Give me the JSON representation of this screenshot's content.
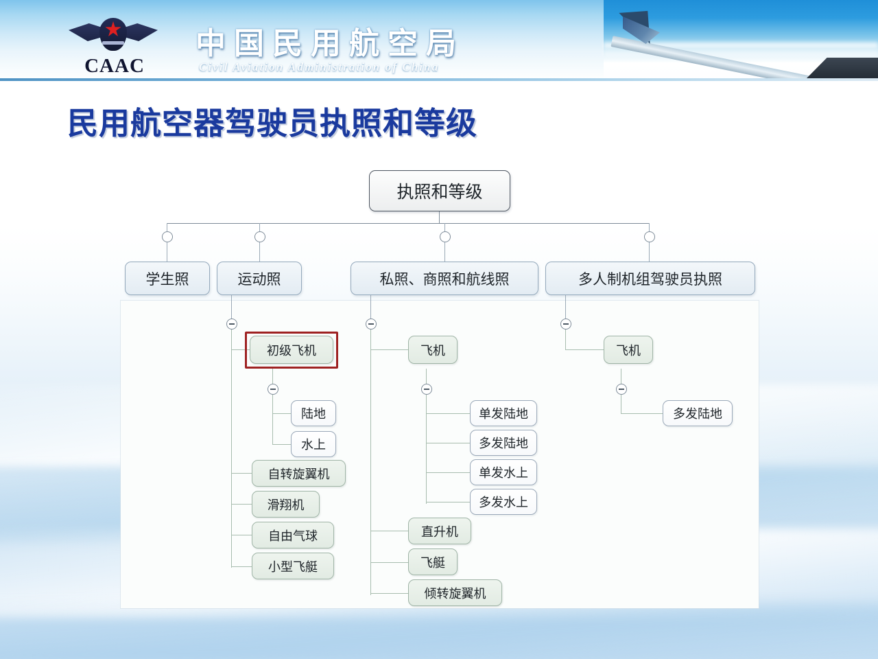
{
  "header": {
    "logo_text": "CAAC",
    "title_cn": "中国民用航空局",
    "title_en": "Civil Aviation Administration of China",
    "logo_icon": "caac-winged-star-emblem",
    "photo_icon": "airplane-wing-photo"
  },
  "page": {
    "title": "民用航空器驾驶员执照和等级"
  },
  "diagram": {
    "type": "mindmap-tree",
    "root": "执照和等级",
    "highlight_node": "初级飞机",
    "highlight_color": "#9e2222",
    "collapse_icon": "minus-circle-icon",
    "branches": [
      {
        "label": "学生照",
        "children": []
      },
      {
        "label": "运动照",
        "children": [
          {
            "label": "初级飞机",
            "highlighted": true,
            "children": [
              {
                "label": "陆地"
              },
              {
                "label": "水上"
              }
            ]
          },
          {
            "label": "自转旋翼机"
          },
          {
            "label": "滑翔机"
          },
          {
            "label": "自由气球"
          },
          {
            "label": "小型飞艇"
          }
        ]
      },
      {
        "label": "私照、商照和航线照",
        "children": [
          {
            "label": "飞机",
            "children": [
              {
                "label": "单发陆地"
              },
              {
                "label": "多发陆地"
              },
              {
                "label": "单发水上"
              },
              {
                "label": "多发水上"
              }
            ]
          },
          {
            "label": "直升机"
          },
          {
            "label": "飞艇"
          },
          {
            "label": "倾转旋翼机"
          }
        ]
      },
      {
        "label": "多人制机组驾驶员执照",
        "children": [
          {
            "label": "飞机",
            "children": [
              {
                "label": "多发陆地"
              }
            ]
          }
        ]
      }
    ]
  }
}
